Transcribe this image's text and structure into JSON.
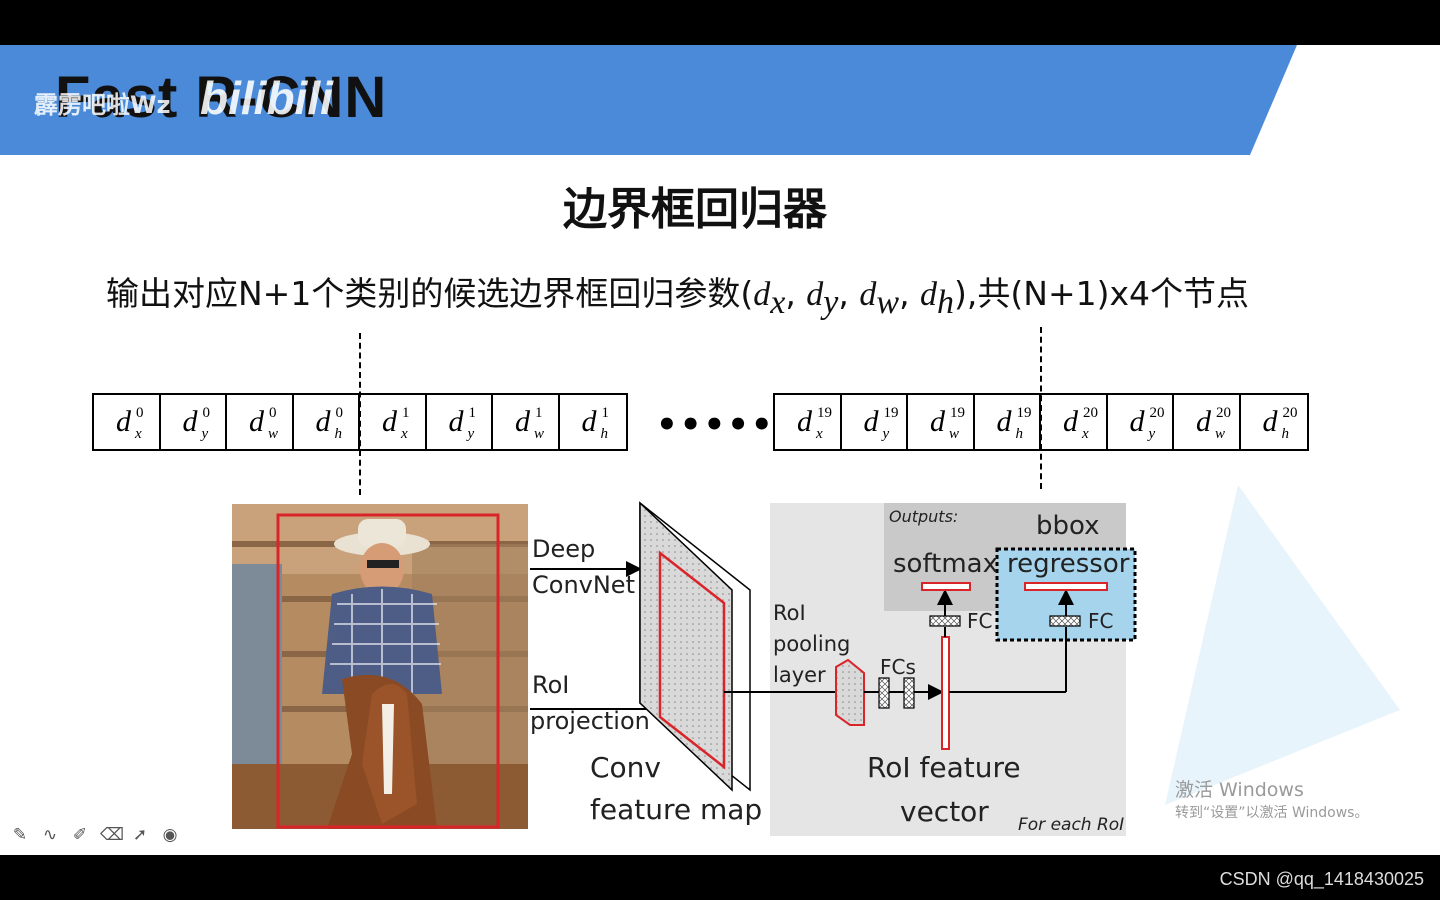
{
  "slide": {
    "title": "Fast R-CNN",
    "watermark": {
      "text": "霹雳吧啦Wz",
      "logo": "bilibili"
    },
    "heading": "边界框回归器",
    "description": {
      "prefix": "输出对应N+1个类别的候选边界框回归参数(",
      "dx": "d",
      "dx_sub": "x",
      "dy": "d",
      "dy_sub": "y",
      "dw": "d",
      "dw_sub": "w",
      "dh": "d",
      "dh_sub": "h",
      "suffix": "),共(N+1)x4个节点"
    },
    "cells_left": [
      {
        "sup": "0",
        "sub": "x"
      },
      {
        "sup": "0",
        "sub": "y"
      },
      {
        "sup": "0",
        "sub": "w"
      },
      {
        "sup": "0",
        "sub": "h"
      },
      {
        "sup": "1",
        "sub": "x"
      },
      {
        "sup": "1",
        "sub": "y"
      },
      {
        "sup": "1",
        "sub": "w"
      },
      {
        "sup": "1",
        "sub": "h"
      }
    ],
    "cells_right": [
      {
        "sup": "19",
        "sub": "x"
      },
      {
        "sup": "19",
        "sub": "y"
      },
      {
        "sup": "19",
        "sub": "w"
      },
      {
        "sup": "19",
        "sub": "h"
      },
      {
        "sup": "20",
        "sub": "x"
      },
      {
        "sup": "20",
        "sub": "y"
      },
      {
        "sup": "20",
        "sub": "w"
      },
      {
        "sup": "20",
        "sub": "h"
      }
    ],
    "cell_symbol": "d",
    "ellipsis": "••••••",
    "diagram": {
      "deep": "Deep",
      "convnet": "ConvNet",
      "roi": "RoI",
      "projection": "projection",
      "conv": "Conv",
      "feature_map": "feature map",
      "roi_pool_1": "RoI",
      "roi_pool_2": "pooling",
      "roi_pool_3": "layer",
      "fcs": "FCs",
      "outputs": "Outputs:",
      "softmax": "softmax",
      "bbox": "bbox",
      "regressor": "regressor",
      "fc1": "FC",
      "fc2": "FC",
      "roi_feature": "RoI feature",
      "vector": "vector",
      "for_each": "For each RoI"
    }
  },
  "windows_activation": {
    "line1": "激活 Windows",
    "line2": "转到“设置”以激活 Windows。"
  },
  "footer": {
    "csdn": "CSDN @qq_1418430025"
  },
  "pen_tools": [
    "pen-icon",
    "curve-icon",
    "highlighter-icon",
    "eraser-icon",
    "pointer-icon",
    "record-icon"
  ],
  "colors": {
    "banner": "#4a8ad8",
    "accent_red": "#d9252a",
    "highlight_blue": "#a6d4ec"
  }
}
